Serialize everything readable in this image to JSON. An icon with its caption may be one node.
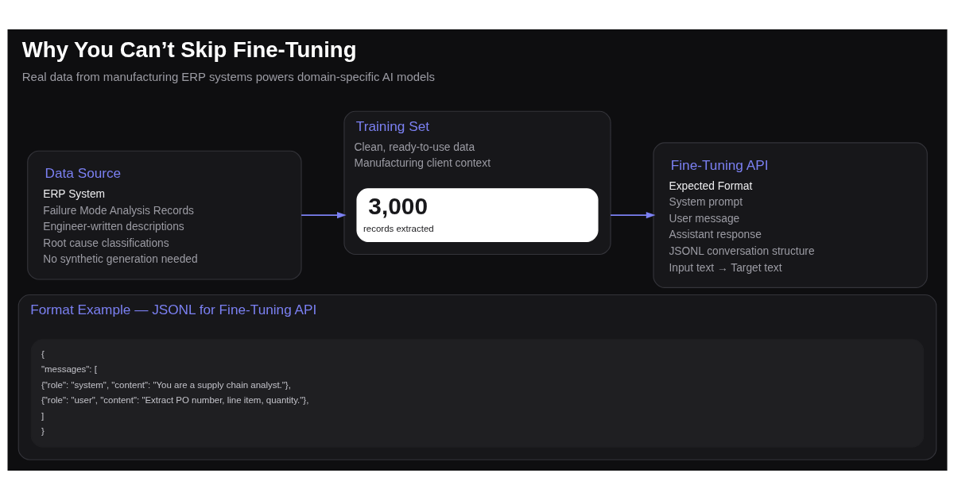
{
  "diagram": {
    "title": "Why You Can’t Skip Fine-Tuning",
    "caption": "Real data from manufacturing ERP systems powers domain-specific AI models",
    "nodes": [
      {
        "text": [
          "Data Source",
          "ERP System",
          "Failure Mode Analysis Records",
          "Engineer-written descriptions",
          "Root cause classifications",
          "No synthetic generation needed"
        ]
      },
      {
        "text": [
          "Training Set",
          "Clean, ready-to-use data",
          "Manufacturing client context"
        ]
      },
      {
        "text": [
          "3,000",
          "records extracted"
        ],
        "in": 1
      },
      {
        "text": [
          "Fine-Tuning API",
          "Expected Format",
          "System prompt",
          "User message",
          "Assistant response",
          "JSONL conversation structure",
          "Input text → Target text"
        ]
      },
      {
        "text": [
          "Format Example — JSONL for Fine-Tuning API"
        ]
      },
      {
        "text": [
          "{",
          "\"messages\": [",
          "{\"role\": \"system\", \"content\": \"You are a supply chain analyst.\"},",
          "{\"role\": \"user\", \"content\": \"Extract PO number, line item, quantity.\"},",
          "]",
          "}"
        ],
        "in": 4
      }
    ],
    "edges": [
      {
        "from": 0,
        "to": 1,
        "arrow": "to"
      },
      {
        "from": 1,
        "to": 3,
        "arrow": "to"
      }
    ]
  }
}
